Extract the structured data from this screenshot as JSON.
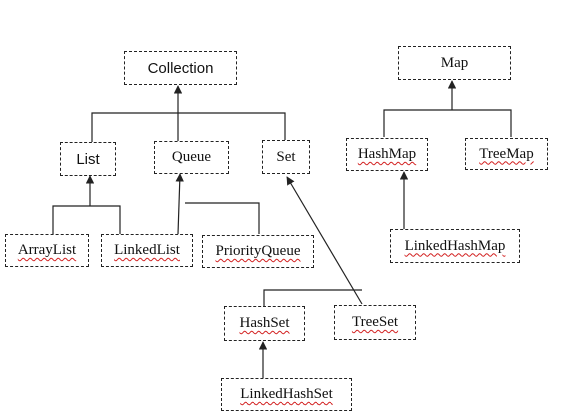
{
  "diagram": {
    "nodes": {
      "collection": "Collection",
      "map": "Map",
      "list": "List",
      "queue": "Queue",
      "set": "Set",
      "hashmap": "HashMap",
      "treemap": "TreeMap",
      "arraylist": "ArrayList",
      "linkedlist": "LinkedList",
      "priorityqueue": "PriorityQueue",
      "linkedhashmap": "LinkedHashMap",
      "hashset": "HashSet",
      "treeset": "TreeSet",
      "linkedhashset": "LinkedHashSet"
    },
    "edges": [
      {
        "from": "list",
        "to": "collection"
      },
      {
        "from": "queue",
        "to": "collection"
      },
      {
        "from": "set",
        "to": "collection"
      },
      {
        "from": "hashmap",
        "to": "map"
      },
      {
        "from": "treemap",
        "to": "map"
      },
      {
        "from": "arraylist",
        "to": "list"
      },
      {
        "from": "linkedlist",
        "to": "list"
      },
      {
        "from": "linkedlist",
        "to": "queue"
      },
      {
        "from": "priorityqueue",
        "to": "queue"
      },
      {
        "from": "linkedhashmap",
        "to": "hashmap"
      },
      {
        "from": "treeset",
        "to": "set"
      },
      {
        "from": "hashset",
        "to": "set"
      },
      {
        "from": "linkedhashset",
        "to": "hashset"
      }
    ],
    "colors": {
      "line": "#222222",
      "spellcheck_underline": "#d21f1f"
    }
  }
}
